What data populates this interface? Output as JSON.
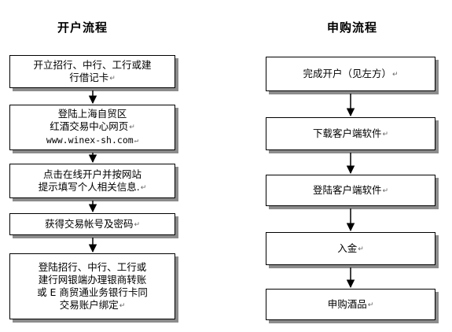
{
  "left": {
    "title": "开户流程",
    "steps": [
      {
        "lines": [
          "开立招行、中行、工行或建",
          "行借记卡"
        ]
      },
      {
        "lines": [
          "登陆上海自贸区",
          "红酒交易中心网页",
          "www.winex-sh.com"
        ]
      },
      {
        "lines": [
          "点击在线开户并按网站",
          "提示填写个人相关信息."
        ]
      },
      {
        "lines": [
          "获得交易帐号及密码"
        ]
      },
      {
        "lines": [
          "登陆招行、中行、工行或",
          "建行网银端办理银商转账",
          "或 E 商贸通业务银行卡同",
          "交易账户绑定"
        ]
      }
    ]
  },
  "right": {
    "title": "申购流程",
    "steps": [
      {
        "lines": [
          "完成开户（见左方）"
        ]
      },
      {
        "lines": [
          "下载客户端软件"
        ]
      },
      {
        "lines": [
          "登陆客户端软件"
        ]
      },
      {
        "lines": [
          "入金"
        ]
      },
      {
        "lines": [
          "申购酒品"
        ]
      }
    ]
  },
  "paragraph_mark": "↵"
}
